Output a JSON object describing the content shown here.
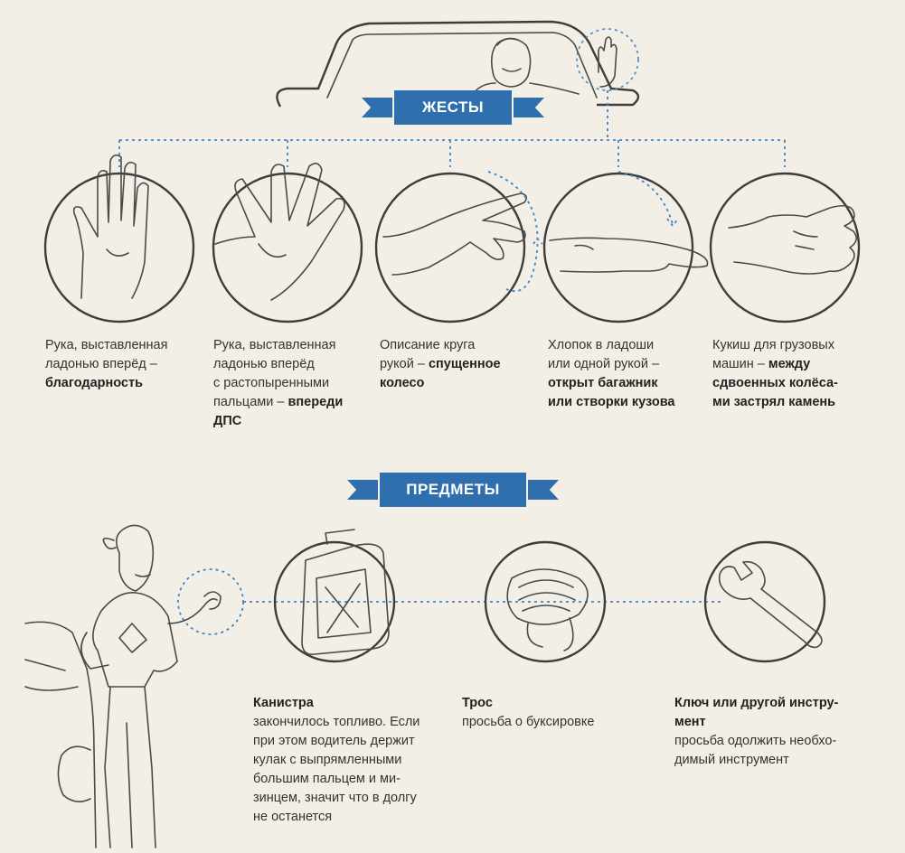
{
  "sections": {
    "gestures_title": "ЖЕСТЫ",
    "items_title": "ПРЕДМЕТЫ"
  },
  "gestures": [
    {
      "lines": [
        "Рука, выставленная",
        "ладонью вперёд –"
      ],
      "bold": [
        "благодарность"
      ]
    },
    {
      "lines": [
        "Рука, выставленная",
        "ладонью вперёд",
        "с растопыренными"
      ],
      "mixed": [
        "пальцами –",
        "впереди"
      ],
      "bold": [
        "ДПС"
      ]
    },
    {
      "lines": [
        "Описание круга"
      ],
      "mixed": [
        "рукой –",
        "спущенное"
      ],
      "bold": [
        "колесо"
      ]
    },
    {
      "lines": [
        "Хлопок в ладоши",
        "или одной рукой –"
      ],
      "bold": [
        "открыт багажник",
        "или створки кузова"
      ]
    },
    {
      "lines": [
        "Кукиш для грузовых"
      ],
      "mixed": [
        "машин –",
        "между"
      ],
      "bold": [
        "сдвоенных колёса-",
        "ми застрял камень"
      ]
    }
  ],
  "items": [
    {
      "title": "Канистра",
      "lines": [
        "закончилось топливо. Если",
        "при этом водитель держит",
        "кулак с выпрямленными",
        "большим пальцем и ми-",
        "зинцем, значит что в долгу",
        "не останется"
      ]
    },
    {
      "title": "Трос",
      "lines": [
        "просьба о буксировке"
      ]
    },
    {
      "title_lines": [
        "Ключ или другой инстру-",
        "мент"
      ],
      "lines": [
        "просьба одолжить необхо-",
        "димый инструмент"
      ]
    }
  ],
  "icons": {
    "hand_palm": "palm-hand-icon",
    "hand_spread": "spread-fingers-hand-icon",
    "hand_circle": "circling-hand-icon",
    "hand_clap": "clapping-hand-icon",
    "hand_fist": "fig-fist-icon",
    "canister": "jerrycan-icon",
    "rope": "tow-rope-icon",
    "wrench": "wrench-icon"
  },
  "colors": {
    "background": "#f3efe6",
    "ribbon": "#2f6fae",
    "dashed": "#3f86c6",
    "line": "#3d3d3d"
  }
}
